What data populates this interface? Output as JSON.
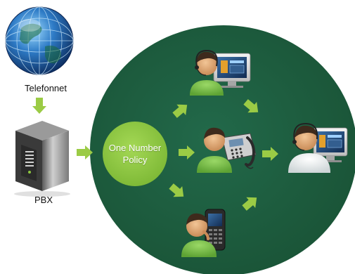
{
  "nodes": {
    "telefonnet": {
      "label": "Telefonnet"
    },
    "pbx": {
      "label": "PBX"
    },
    "policy": {
      "line1": "One Number",
      "line2": "Policy"
    }
  },
  "colors": {
    "big_circle": "#1e5c3e",
    "policy_circle": "#8cc63f",
    "arrow": "#9bcb45",
    "agent_body": "#7cc04a",
    "skin": "#e0ae7c",
    "hair": "#3e2a1c"
  },
  "icons": {
    "globe": "globe-icon",
    "server": "server-icon",
    "agent_top": "agent-computer-icon",
    "agent_middle": "agent-desk-phone-icon",
    "agent_bottom": "agent-mobile-phone-icon",
    "agent_right": "agent-headset-computer-icon"
  }
}
